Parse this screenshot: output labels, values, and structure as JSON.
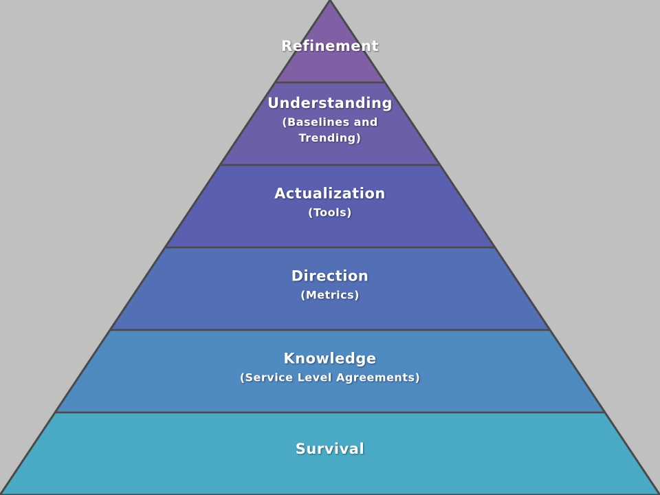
{
  "layers": [
    {
      "title": "Refinement",
      "subtitle": [],
      "color": "#7f60a4"
    },
    {
      "title": "Understanding",
      "subtitle": [
        "(Baselines and",
        "Trending)"
      ],
      "color": "#6c5ea8"
    },
    {
      "title": "Actualization",
      "subtitle": [
        "(Tools)"
      ],
      "color": "#5a5fb0"
    },
    {
      "title": "Direction",
      "subtitle": [
        "(Metrics)"
      ],
      "color": "#536fb6"
    },
    {
      "title": "Knowledge",
      "subtitle": [
        "(Service Level Agreements)"
      ],
      "color": "#4f8ac0"
    },
    {
      "title": "Survival",
      "subtitle": [],
      "color": "#4aaac5"
    }
  ],
  "colors": {
    "background": "#c0c0c0",
    "outline": "#4a4a4a",
    "text": "#ffffff"
  }
}
